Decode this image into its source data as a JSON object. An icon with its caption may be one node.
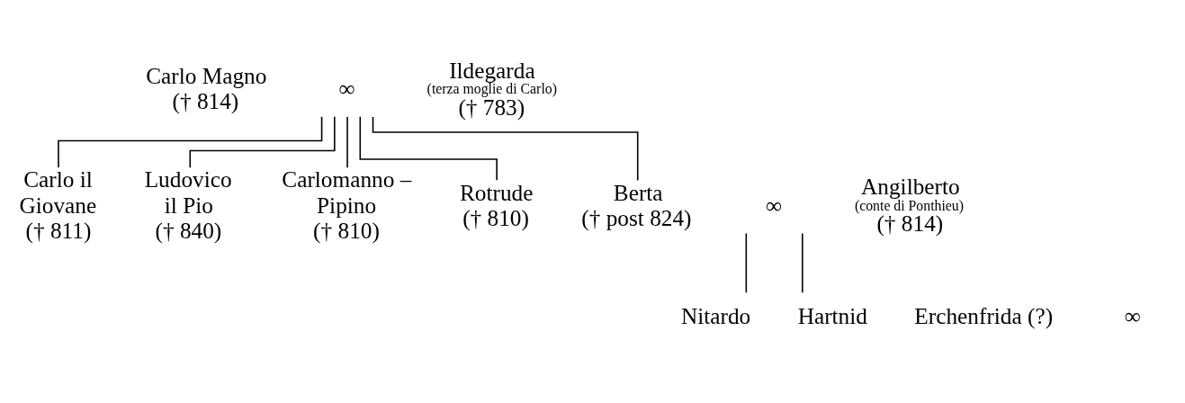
{
  "diagram": {
    "nodes": [
      {
        "text": [
          "Carlo Magno",
          "(† 814)"
        ]
      },
      {
        "text": [
          "∞"
        ]
      },
      {
        "text": [
          "Ildegarda",
          "(terza moglie di Carlo)",
          "(† 783)"
        ]
      },
      {
        "text": [
          "Carlo il Giovane",
          "(† 811)"
        ]
      },
      {
        "text": [
          "Ludovico il Pio",
          "(† 840)"
        ]
      },
      {
        "text": [
          "Carlomanno – Pipino",
          "(† 810)"
        ]
      },
      {
        "text": [
          "Rotrude",
          "(† 810)"
        ]
      },
      {
        "text": [
          "Berta",
          "(† post 824)"
        ]
      },
      {
        "text": [
          "∞"
        ]
      },
      {
        "text": [
          "Angilberto",
          "(conte di Ponthieu)",
          "(† 814)"
        ]
      },
      {
        "text": [
          "Nitardo"
        ]
      },
      {
        "text": [
          "Hartnid"
        ]
      }
    ],
    "edges": [
      {
        "from": 1,
        "to": 3,
        "arrow": "none"
      },
      {
        "from": 1,
        "to": 4,
        "arrow": "none"
      },
      {
        "from": 1,
        "to": 5,
        "arrow": "none"
      },
      {
        "from": 1,
        "to": 6,
        "arrow": "none"
      },
      {
        "from": 1,
        "to": 7,
        "arrow": "none"
      },
      {
        "from": 8,
        "to": 10,
        "arrow": "none"
      },
      {
        "from": 8,
        "to": 11,
        "arrow": "none"
      }
    ],
    "labels": [
      "Erchenfrida (?)",
      "∞"
    ]
  }
}
